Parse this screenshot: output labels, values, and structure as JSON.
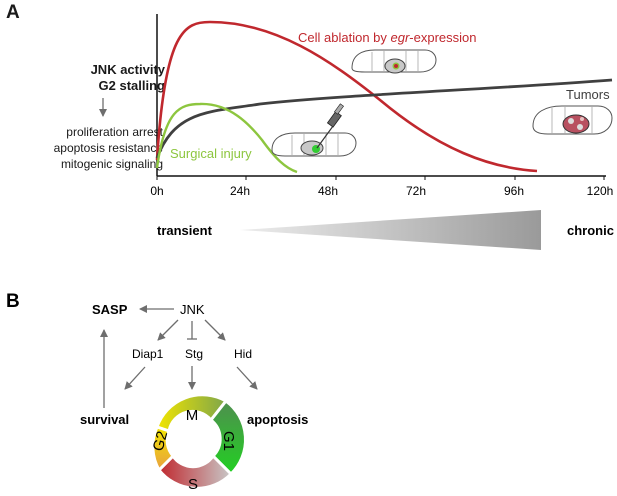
{
  "panel_a": {
    "letter": "A",
    "left_labels": {
      "top_line1": "JNK activity",
      "top_line2": "G2 stalling",
      "bottom_line1": "proliferation arrest",
      "bottom_line2": "apoptosis resistance",
      "bottom_line3": "mitogenic signaling"
    },
    "x_ticks": [
      "0h",
      "24h",
      "48h",
      "72h",
      "96h",
      "120h"
    ],
    "curve_labels": {
      "ablation_prefix": "Cell ablation by ",
      "ablation_italic": "egr",
      "ablation_suffix": "-expression",
      "tumors": "Tumors",
      "surgical": "Surgical injury"
    },
    "gradient_left": "transient",
    "gradient_right": "chronic",
    "colors": {
      "ablation": "#c0282e",
      "surgical": "#8dc63f",
      "tumors": "#404040"
    }
  },
  "panel_b": {
    "letter": "B",
    "nodes": {
      "jnk": "JNK",
      "sasp": "SASP",
      "diap1": "Diap1",
      "stg": "Stg",
      "hid": "Hid",
      "survival": "survival",
      "apoptosis": "apoptosis"
    },
    "cycle_phases": {
      "m": "M",
      "g1": "G1",
      "s": "S",
      "g2": "G2"
    }
  }
}
